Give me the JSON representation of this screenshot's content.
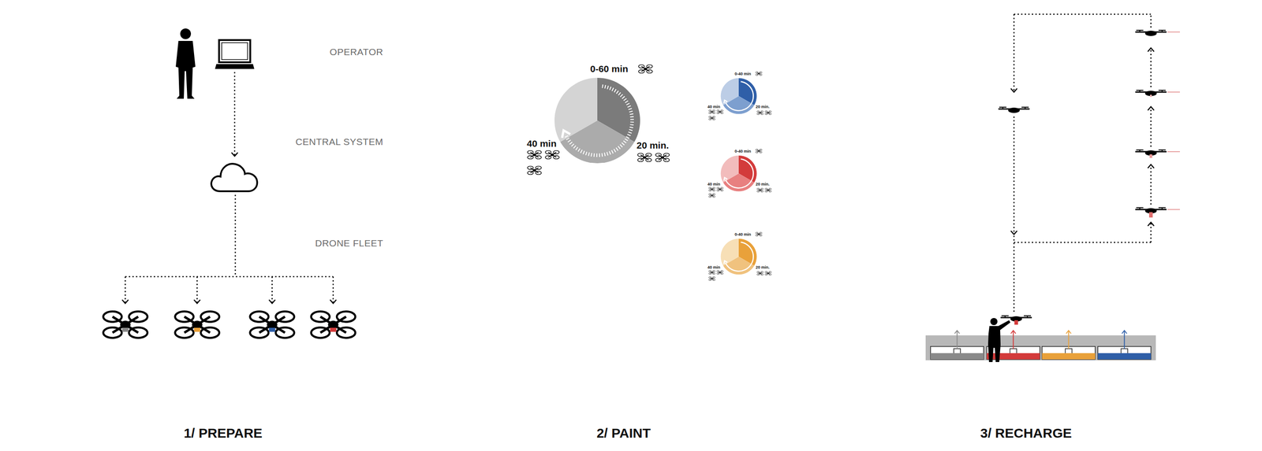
{
  "diagram": {
    "nodes": [
      {
        "text": [
          "OPERATOR"
        ]
      },
      {
        "text": [
          "CENTRAL SYSTEM"
        ]
      },
      {
        "text": [
          "DRONE FLEET"
        ]
      }
    ],
    "edges": [
      {
        "from": 0,
        "to": 1,
        "arrow": "to"
      },
      {
        "from": 1,
        "to": 2,
        "arrow": "to"
      }
    ],
    "labels": [
      "1/ PREPARE",
      "0-60 min",
      "40 min",
      "20 min.",
      "0-40 min",
      "40 min",
      "20 min.",
      "0-40 min",
      "40 min",
      "20 min.",
      "0-40 min",
      "40 min",
      "20 min.",
      "2/ PAINT",
      "3/ RECHARGE"
    ]
  }
}
